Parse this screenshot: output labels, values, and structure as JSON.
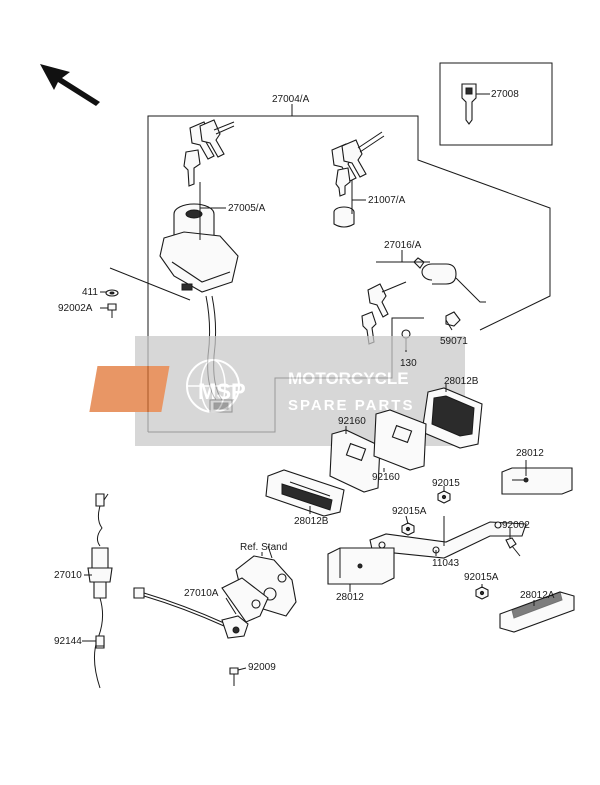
{
  "labels": {
    "p27004": "27004/A",
    "p27008": "27008",
    "p27005": "27005/A",
    "p21007": "21007/A",
    "p27016": "27016/A",
    "p411": "411",
    "p92002A": "92002A",
    "p59071": "59071",
    "p130": "130",
    "p28012B_top": "28012B",
    "p92160_a": "92160",
    "p92160_b": "92160",
    "p28012_right": "28012",
    "p28012B_left": "28012B",
    "p92015": "92015",
    "p92015A_top": "92015A",
    "p92002": "92002",
    "p11043": "11043",
    "p28012": "28012",
    "p92015A_bottom": "92015A",
    "p28012A": "28012A",
    "pRefStand": "Ref. Stand",
    "p27010": "27010",
    "p27010A": "27010A",
    "p92144": "92144",
    "p92009": "92009"
  },
  "watermark": {
    "logo": "MSP",
    "line1": "MOTORCYCLE",
    "line2": "SPARE PARTS"
  }
}
